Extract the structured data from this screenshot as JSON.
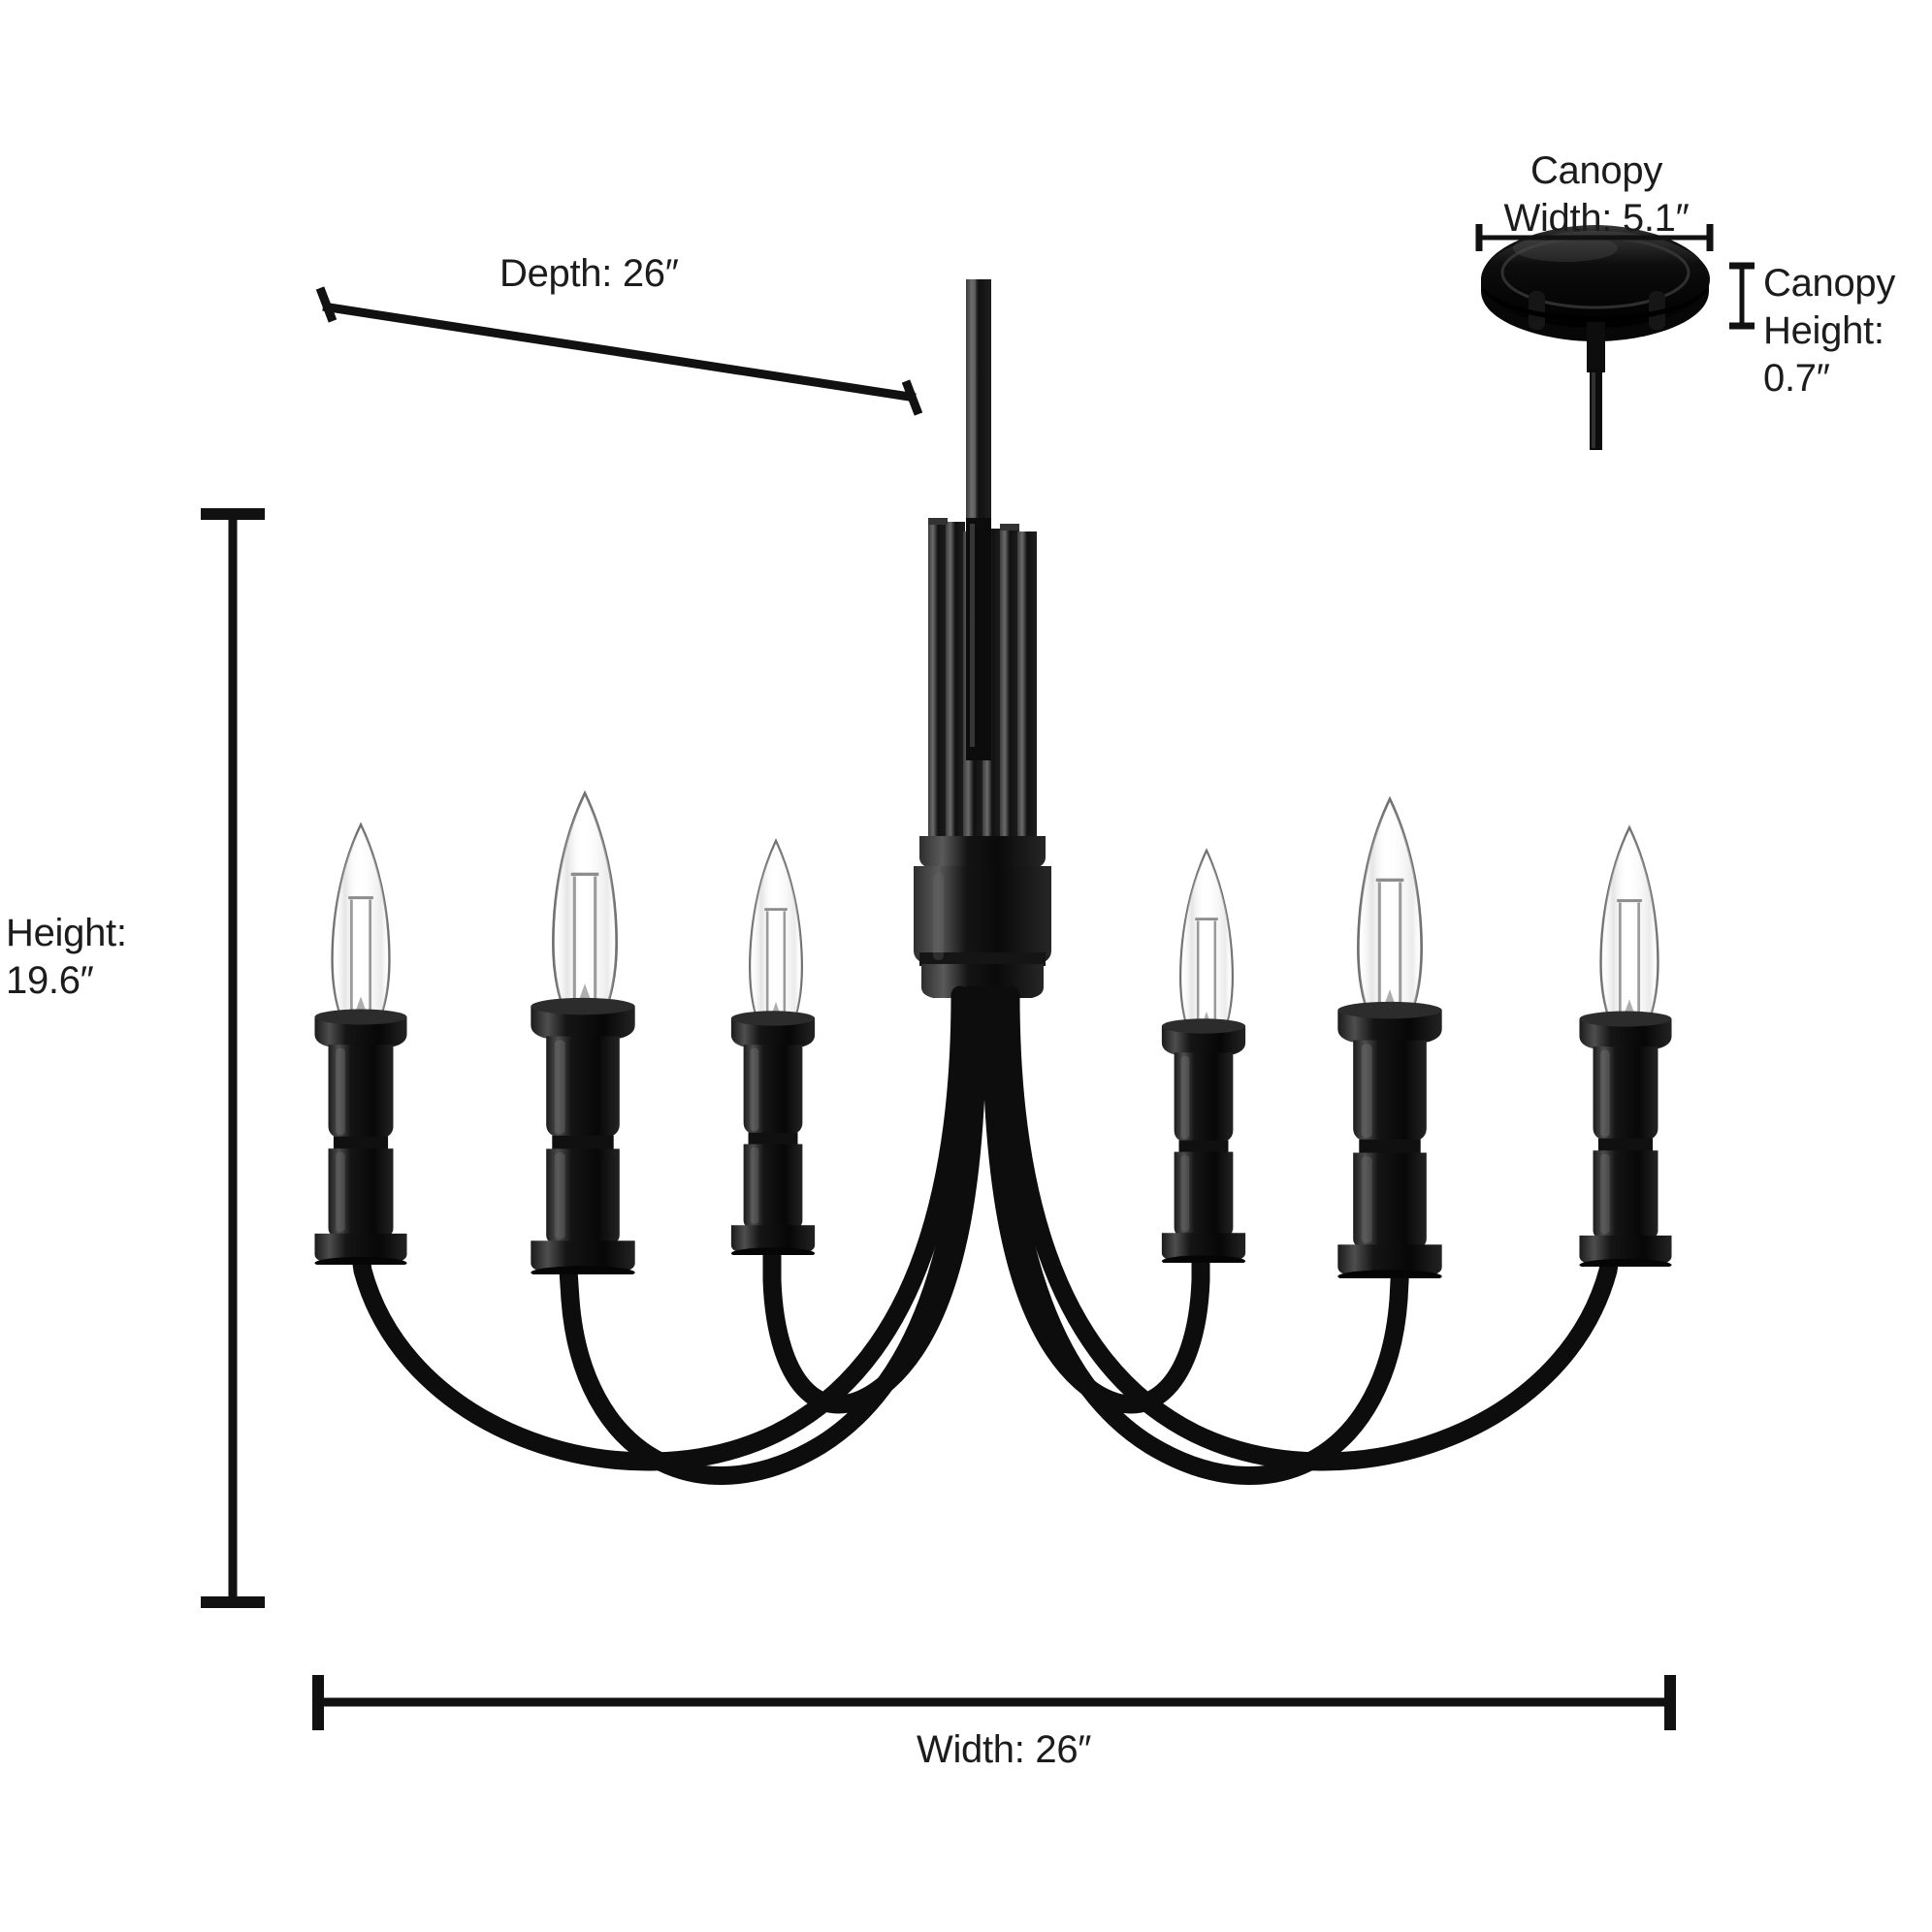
{
  "page": {
    "title": "Chandelier Dimension Diagram",
    "background_color": "#ffffff",
    "line_color": "#111111",
    "fixture_color": "#0b0b0b",
    "text_color": "#1c1c1c"
  },
  "dimensions": {
    "depth": {
      "label": "Depth: 26″",
      "value": 26,
      "unit": "in",
      "name": "Depth"
    },
    "height": {
      "label": "Height:\n19.6″",
      "value": 19.6,
      "unit": "in",
      "name": "Height"
    },
    "width": {
      "label": "Width: 26″",
      "value": 26,
      "unit": "in",
      "name": "Width"
    },
    "canopy_width": {
      "label": "Canopy\nWidth: 5.1″",
      "value": 5.1,
      "unit": "in",
      "name": "Canopy Width"
    },
    "canopy_height": {
      "label": "Canopy\nHeight: 0.7″",
      "value": 0.7,
      "unit": "in",
      "name": "Canopy Height"
    }
  },
  "fixture": {
    "type": "chandelier",
    "finish": "matte black",
    "arm_count": 6,
    "bulb_type": "clear candelabra filament",
    "parts": [
      "canopy",
      "downrod",
      "rod-bundle-column",
      "hub-collar",
      "curved-arms",
      "candle-sockets",
      "bulbs"
    ]
  },
  "inset": {
    "name": "canopy detail",
    "parts": [
      "canopy-disc",
      "canopy-stem"
    ]
  }
}
